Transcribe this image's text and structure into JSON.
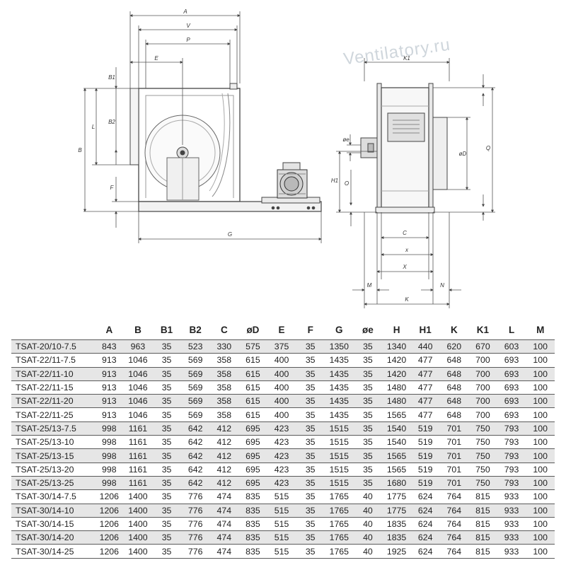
{
  "drawing": {
    "dimension_labels": {
      "A": "A",
      "V": "V",
      "P": "P",
      "E": "E",
      "B1": "B1",
      "B2": "B2",
      "L": "L",
      "B": "B",
      "F": "F",
      "G": "G",
      "K1": "K1",
      "oe": "øe",
      "H1": "H1",
      "O": "O",
      "oD": "øD",
      "Q": "Q",
      "C": "C",
      "x": "x",
      "X": "X",
      "M": "M",
      "N": "N",
      "K": "K"
    }
  },
  "watermark": "Ventilatory.ru",
  "table": {
    "columns": [
      "",
      "A",
      "B",
      "B1",
      "B2",
      "C",
      "øD",
      "E",
      "F",
      "G",
      "øe",
      "H",
      "H1",
      "K",
      "K1",
      "L",
      "M"
    ],
    "rows": [
      [
        "TSAT-20/10-7.5",
        "843",
        "963",
        "35",
        "523",
        "330",
        "575",
        "375",
        "35",
        "1350",
        "35",
        "1340",
        "440",
        "620",
        "670",
        "603",
        "100"
      ],
      [
        "TSAT-22/11-7.5",
        "913",
        "1046",
        "35",
        "569",
        "358",
        "615",
        "400",
        "35",
        "1435",
        "35",
        "1420",
        "477",
        "648",
        "700",
        "693",
        "100"
      ],
      [
        "TSAT-22/11-10",
        "913",
        "1046",
        "35",
        "569",
        "358",
        "615",
        "400",
        "35",
        "1435",
        "35",
        "1420",
        "477",
        "648",
        "700",
        "693",
        "100"
      ],
      [
        "TSAT-22/11-15",
        "913",
        "1046",
        "35",
        "569",
        "358",
        "615",
        "400",
        "35",
        "1435",
        "35",
        "1480",
        "477",
        "648",
        "700",
        "693",
        "100"
      ],
      [
        "TSAT-22/11-20",
        "913",
        "1046",
        "35",
        "569",
        "358",
        "615",
        "400",
        "35",
        "1435",
        "35",
        "1480",
        "477",
        "648",
        "700",
        "693",
        "100"
      ],
      [
        "TSAT-22/11-25",
        "913",
        "1046",
        "35",
        "569",
        "358",
        "615",
        "400",
        "35",
        "1435",
        "35",
        "1565",
        "477",
        "648",
        "700",
        "693",
        "100"
      ],
      [
        "TSAT-25/13-7.5",
        "998",
        "1161",
        "35",
        "642",
        "412",
        "695",
        "423",
        "35",
        "1515",
        "35",
        "1540",
        "519",
        "701",
        "750",
        "793",
        "100"
      ],
      [
        "TSAT-25/13-10",
        "998",
        "1161",
        "35",
        "642",
        "412",
        "695",
        "423",
        "35",
        "1515",
        "35",
        "1540",
        "519",
        "701",
        "750",
        "793",
        "100"
      ],
      [
        "TSAT-25/13-15",
        "998",
        "1161",
        "35",
        "642",
        "412",
        "695",
        "423",
        "35",
        "1515",
        "35",
        "1565",
        "519",
        "701",
        "750",
        "793",
        "100"
      ],
      [
        "TSAT-25/13-20",
        "998",
        "1161",
        "35",
        "642",
        "412",
        "695",
        "423",
        "35",
        "1515",
        "35",
        "1565",
        "519",
        "701",
        "750",
        "793",
        "100"
      ],
      [
        "TSAT-25/13-25",
        "998",
        "1161",
        "35",
        "642",
        "412",
        "695",
        "423",
        "35",
        "1515",
        "35",
        "1680",
        "519",
        "701",
        "750",
        "793",
        "100"
      ],
      [
        "TSAT-30/14-7.5",
        "1206",
        "1400",
        "35",
        "776",
        "474",
        "835",
        "515",
        "35",
        "1765",
        "40",
        "1775",
        "624",
        "764",
        "815",
        "933",
        "100"
      ],
      [
        "TSAT-30/14-10",
        "1206",
        "1400",
        "35",
        "776",
        "474",
        "835",
        "515",
        "35",
        "1765",
        "40",
        "1775",
        "624",
        "764",
        "815",
        "933",
        "100"
      ],
      [
        "TSAT-30/14-15",
        "1206",
        "1400",
        "35",
        "776",
        "474",
        "835",
        "515",
        "35",
        "1765",
        "40",
        "1835",
        "624",
        "764",
        "815",
        "933",
        "100"
      ],
      [
        "TSAT-30/14-20",
        "1206",
        "1400",
        "35",
        "776",
        "474",
        "835",
        "515",
        "35",
        "1765",
        "40",
        "1835",
        "624",
        "764",
        "815",
        "933",
        "100"
      ],
      [
        "TSAT-30/14-25",
        "1206",
        "1400",
        "35",
        "776",
        "474",
        "835",
        "515",
        "35",
        "1765",
        "40",
        "1925",
        "624",
        "764",
        "815",
        "933",
        "100"
      ]
    ]
  }
}
